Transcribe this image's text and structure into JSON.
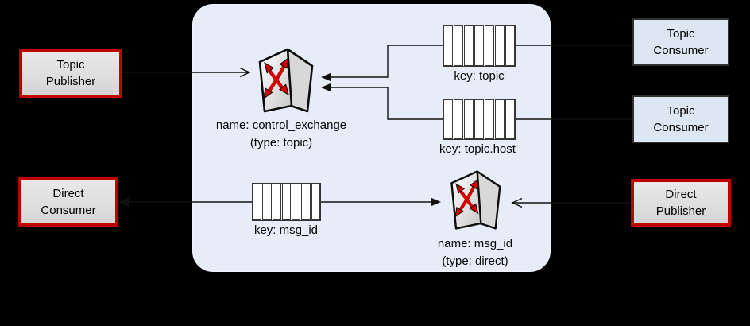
{
  "colors": {
    "background": "#000000",
    "broker_fill": "#e7edf8",
    "red_border": "#c00000",
    "gray_node_fill": "#e0e0e0",
    "blue_node_fill": "#dde7f3",
    "blue_node_border": "#2f2f2f",
    "queue_fill": "#ffffff",
    "connector_line": "#111111",
    "exchange_arrow_red": "#d40000"
  },
  "nodes": {
    "topic_publisher": {
      "line1": "Topic",
      "line2": "Publisher"
    },
    "direct_consumer": {
      "line1": "Direct",
      "line2": "Consumer"
    },
    "topic_consumer_1": {
      "line1": "Topic",
      "line2": "Consumer"
    },
    "topic_consumer_2": {
      "line1": "Topic",
      "line2": "Consumer"
    },
    "direct_publisher": {
      "line1": "Direct",
      "line2": "Publisher"
    }
  },
  "exchanges": {
    "control": {
      "name": "name: control_exchange",
      "type": "(type: topic)"
    },
    "direct": {
      "name": "name: msg_id",
      "type": "(type: direct)"
    }
  },
  "queues": {
    "topic": {
      "label": "key: topic"
    },
    "topic_host": {
      "label": "key: topic.host"
    },
    "msg_id": {
      "label": "key: msg_id"
    }
  }
}
